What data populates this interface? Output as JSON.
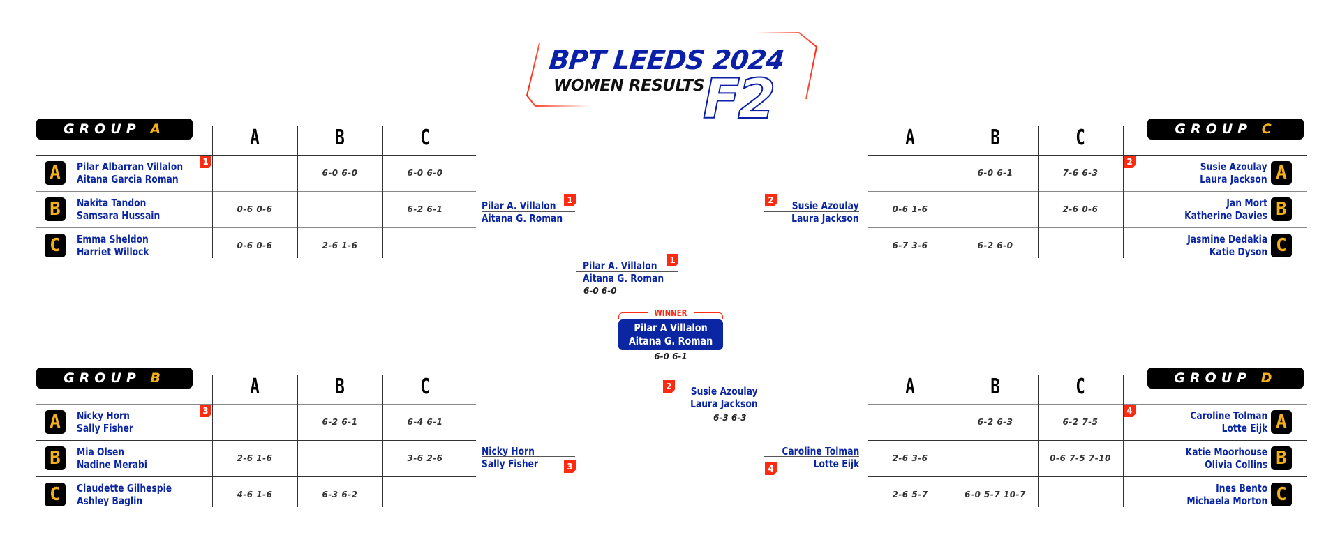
{
  "header": {
    "title": "BPT LEEDS 2024",
    "subtitle": "WOMEN RESULTS",
    "badge": "F2"
  },
  "colors": {
    "team_blue": "#0b26a3",
    "accent_red": "#ff2a10",
    "seed_yellow": "#f4b018",
    "label_black": "#000000"
  },
  "groups": [
    {
      "id": "A",
      "label": "GROUP ",
      "letter": "A",
      "columns": [
        "A",
        "B",
        "C"
      ],
      "rows": [
        {
          "seed": "A",
          "player1": "Pilar Albarran Villalon",
          "player2": "Aitana Garcia Roman",
          "rank": "1",
          "scores": [
            "",
            "6-0 6-0",
            "6-0 6-0"
          ]
        },
        {
          "seed": "B",
          "player1": "Nakita Tandon",
          "player2": "Samsara Hussain",
          "rank": "",
          "scores": [
            "0-6 0-6",
            "",
            "6-2 6-1"
          ]
        },
        {
          "seed": "C",
          "player1": "Emma Sheldon",
          "player2": "Harriet Willock",
          "rank": "",
          "scores": [
            "0-6 0-6",
            "2-6 1-6",
            ""
          ]
        }
      ]
    },
    {
      "id": "B",
      "label": "GROUP ",
      "letter": "B",
      "columns": [
        "A",
        "B",
        "C"
      ],
      "rows": [
        {
          "seed": "A",
          "player1": "Nicky Horn",
          "player2": "Sally Fisher",
          "rank": "3",
          "scores": [
            "",
            "6-2 6-1",
            "6-4 6-1"
          ]
        },
        {
          "seed": "B",
          "player1": "Mia Olsen",
          "player2": "Nadine Merabi",
          "rank": "",
          "scores": [
            "2-6 1-6",
            "",
            "3-6 2-6"
          ]
        },
        {
          "seed": "C",
          "player1": "Claudette Gilhespie",
          "player2": "Ashley Baglin",
          "rank": "",
          "scores": [
            "4-6 1-6",
            "6-3 6-2",
            ""
          ]
        }
      ]
    },
    {
      "id": "C",
      "label": "GROUP ",
      "letter": "C",
      "columns": [
        "A",
        "B",
        "C"
      ],
      "rows": [
        {
          "seed": "A",
          "player1": "Susie Azoulay",
          "player2": "Laura Jackson",
          "rank": "2",
          "scores": [
            "",
            "6-0 6-1",
            "7-6 6-3"
          ]
        },
        {
          "seed": "B",
          "player1": "Jan Mort",
          "player2": "Katherine Davies",
          "rank": "",
          "scores": [
            "0-6 1-6",
            "",
            "2-6 0-6"
          ]
        },
        {
          "seed": "C",
          "player1": "Jasmine Dedakia",
          "player2": "Katie Dyson",
          "rank": "",
          "scores": [
            "6-7 3-6",
            "6-2 6-0",
            ""
          ]
        }
      ]
    },
    {
      "id": "D",
      "label": "GROUP ",
      "letter": "D",
      "columns": [
        "A",
        "B",
        "C"
      ],
      "rows": [
        {
          "seed": "A",
          "player1": "Caroline Tolman",
          "player2": "Lotte Eijk",
          "rank": "4",
          "scores": [
            "",
            "6-2 6-3",
            "6-2 7-5"
          ]
        },
        {
          "seed": "B",
          "player1": "Katie Moorhouse",
          "player2": "Olivia Collins",
          "rank": "",
          "scores": [
            "2-6 3-6",
            "",
            "0-6 7-5 7-10"
          ]
        },
        {
          "seed": "C",
          "player1": "Ines Bento",
          "player2": "Michaela Morton",
          "rank": "",
          "scores": [
            "2-6 5-7",
            "6-0 5-7 10-7",
            ""
          ]
        }
      ]
    }
  ],
  "bracket": {
    "semi_left_top": {
      "player1": "Pilar A. Villalon",
      "player2": "Aitana G. Roman",
      "rank": "1"
    },
    "semi_left_bottom": {
      "player1": "Nicky Horn",
      "player2": "Sally Fisher",
      "rank": "3"
    },
    "semi_right_top": {
      "player1": "Susie Azoulay",
      "player2": "Laura Jackson",
      "rank": "2"
    },
    "semi_right_bottom": {
      "player1": "Caroline Tolman",
      "player2": "Lotte Eijk",
      "rank": "4"
    },
    "final_left": {
      "player1": "Pilar A. Villalon",
      "player2": "Aitana G. Roman",
      "rank": "1",
      "score": "6-0 6-0"
    },
    "final_right": {
      "player1": "Susie Azoulay",
      "player2": "Laura Jackson",
      "rank": "2",
      "score": "6-3 6-3"
    },
    "winner": {
      "label": "WINNER",
      "player1": "Pilar A Villalon",
      "player2": "Aitana G. Roman",
      "score": "6-0 6-1"
    }
  }
}
